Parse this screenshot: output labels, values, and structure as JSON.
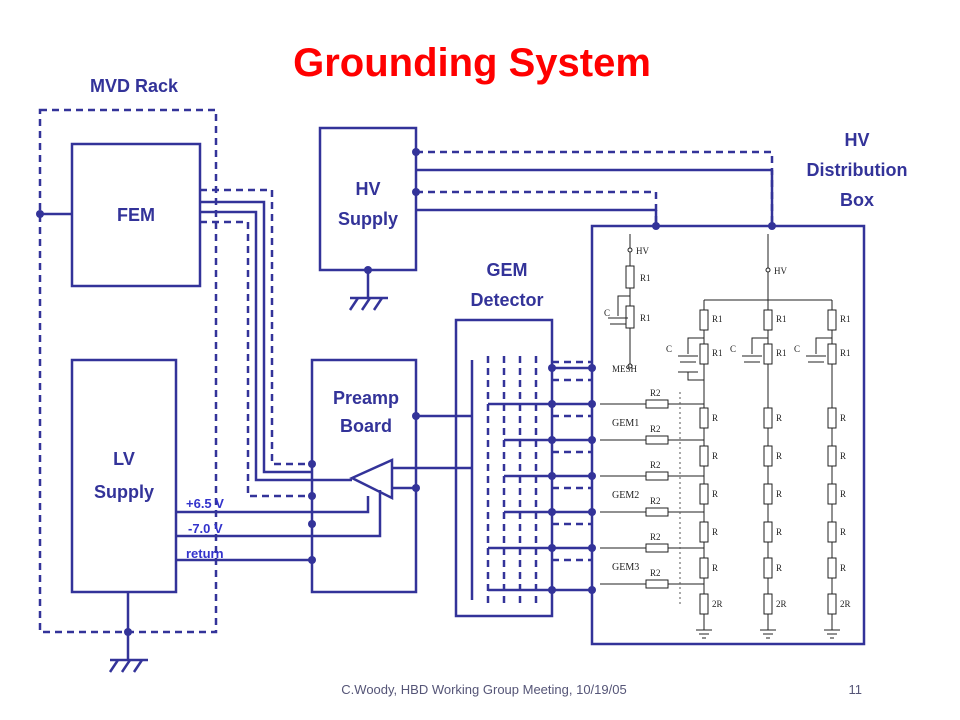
{
  "title": "Grounding System",
  "labels": {
    "mvd_rack": "MVD Rack",
    "fem": "FEM",
    "hv_supply": [
      "HV",
      "Supply"
    ],
    "hv_box": [
      "HV",
      "Distribution",
      "Box"
    ],
    "gem_detector": [
      "GEM",
      "Detector"
    ],
    "preamp": [
      "Preamp",
      "Board"
    ],
    "lv_supply": [
      "LV",
      "Supply"
    ]
  },
  "voltages": {
    "plus": "+6.5 V",
    "minus": "-7.0 V",
    "ret": "return"
  },
  "schematic": {
    "hv": "HV",
    "r1": "R1",
    "r2": "R2",
    "r": "R",
    "r2x": "2R",
    "c": "C",
    "mesh": "MESH",
    "gem1": "GEM1",
    "gem2": "GEM2",
    "gem3": "GEM3"
  },
  "footer": {
    "credit": "C.Woody, HBD Working Group Meeting, 10/19/05",
    "page": "11"
  },
  "colors": {
    "title": "#ff0000",
    "wire": "#333399",
    "voltage_text": "#3333cc"
  }
}
